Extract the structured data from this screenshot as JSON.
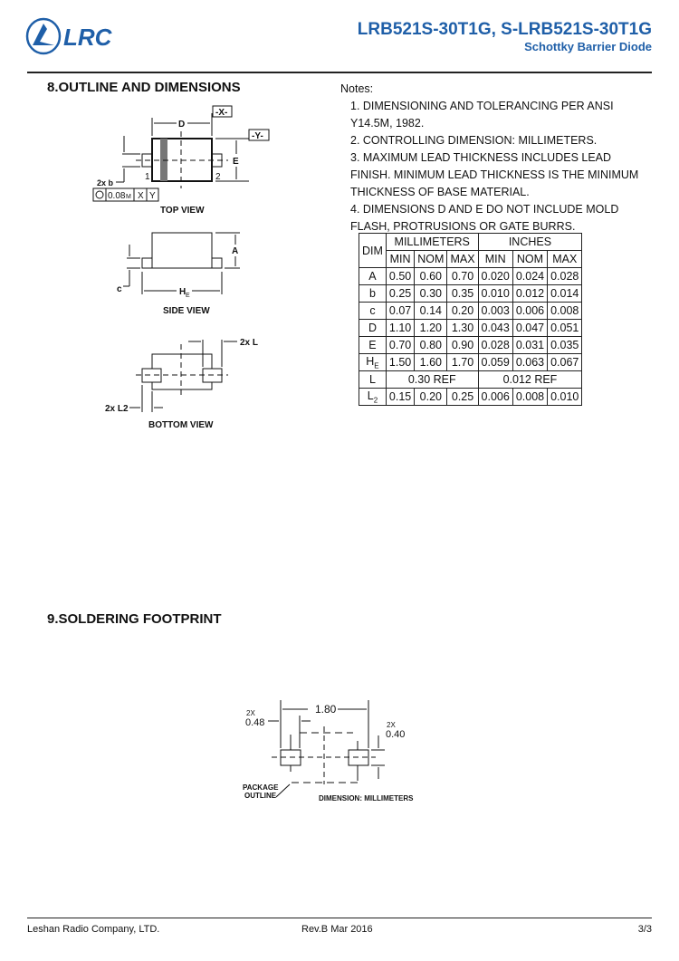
{
  "header": {
    "logo_text": "LRC",
    "title": "LRB521S-30T1G, S-LRB521S-30T1G",
    "subtitle": "Schottky Barrier Diode",
    "brand_color": "#1f5fa8"
  },
  "section8": {
    "heading": "8.OUTLINE AND DIMENSIONS",
    "drawing": {
      "d": "D",
      "x": "-X-",
      "y": "-Y-",
      "e": "E",
      "b": "2x b",
      "pin1": "1",
      "pin2": "2",
      "tol": "0.08",
      "tol_m": "M",
      "ref_x": "X",
      "ref_y": "Y",
      "top_view": "TOP VIEW",
      "a": "A",
      "c": "c",
      "he": "H",
      "he_sub": "E",
      "side_view": "SIDE VIEW",
      "l": "2x L",
      "l2": "2x L2",
      "bottom_view": "BOTTOM VIEW"
    },
    "notes_heading": "Notes:",
    "notes": [
      "1. DIMENSIONING AND TOLERANCING PER ANSI",
      "Y14.5M, 1982.",
      "2. CONTROLLING DIMENSION: MILLIMETERS.",
      "3. MAXIMUM LEAD THICKNESS INCLUDES LEAD",
      "FINISH. MINIMUM LEAD THICKNESS IS THE MINIMUM",
      "THICKNESS OF BASE MATERIAL.",
      "4. DIMENSIONS D AND E DO NOT INCLUDE MOLD",
      "FLASH, PROTRUSIONS OR GATE BURRS."
    ],
    "table": {
      "dim": "DIM",
      "mm": "MILLIMETERS",
      "in": "INCHES",
      "sub": [
        "MIN",
        "NOM",
        "MAX",
        "MIN",
        "NOM",
        "MAX"
      ],
      "rows": [
        {
          "dim": "A",
          "v": [
            "0.50",
            "0.60",
            "0.70",
            "0.020",
            "0.024",
            "0.028"
          ]
        },
        {
          "dim": "b",
          "v": [
            "0.25",
            "0.30",
            "0.35",
            "0.010",
            "0.012",
            "0.014"
          ]
        },
        {
          "dim": "c",
          "v": [
            "0.07",
            "0.14",
            "0.20",
            "0.003",
            "0.006",
            "0.008"
          ]
        },
        {
          "dim": "D",
          "v": [
            "1.10",
            "1.20",
            "1.30",
            "0.043",
            "0.047",
            "0.051"
          ]
        },
        {
          "dim": "E",
          "v": [
            "0.70",
            "0.80",
            "0.90",
            "0.028",
            "0.031",
            "0.035"
          ]
        },
        {
          "dim": "H",
          "sub": "E",
          "v": [
            "1.50",
            "1.60",
            "1.70",
            "0.059",
            "0.063",
            "0.067"
          ]
        },
        {
          "dim": "L",
          "ref": [
            "0.30 REF",
            "0.012 REF"
          ]
        },
        {
          "dim": "L",
          "sub": "2",
          "v": [
            "0.15",
            "0.20",
            "0.25",
            "0.006",
            "0.008",
            "0.010"
          ]
        }
      ]
    }
  },
  "section9": {
    "heading": "9.SOLDERING  FOOTPRINT",
    "pitch": "1.80",
    "pad_w_mult": "2X",
    "pad_w": "0.48",
    "pad_h_mult": "2X",
    "pad_h": "0.40",
    "pkg1": "PACKAGE",
    "pkg2": "OUTLINE",
    "units": "DIMENSION: MILLIMETERS"
  },
  "footer": {
    "company": "Leshan Radio Company, LTD.",
    "rev": "Rev.B   Mar 2016",
    "page": "3/3"
  }
}
